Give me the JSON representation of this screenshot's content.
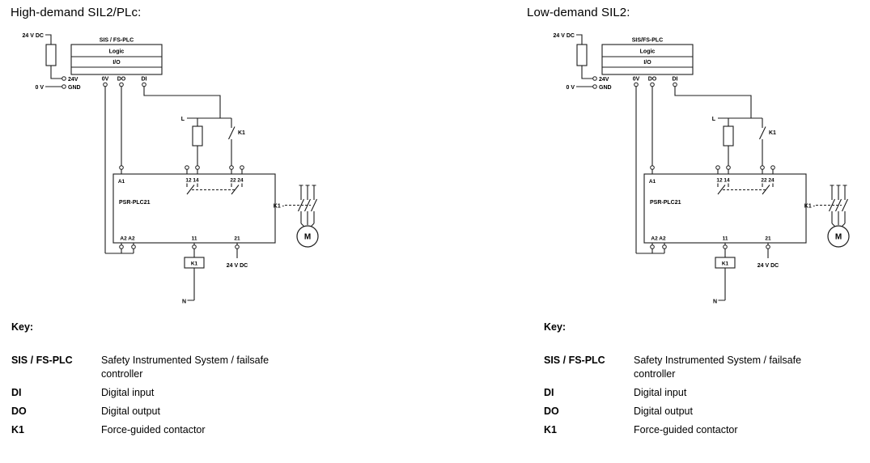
{
  "left": {
    "title": "High-demand SIL2/PLc:",
    "circuit": {
      "supply_label": "24 V DC",
      "zero_volt_label": "0 V",
      "plc_label": "SIS / FS-PLC",
      "plc_row_logic": "Logic",
      "plc_row_io": "I/O",
      "terminal_24v": "24V",
      "terminal_gnd": "GND",
      "terminal_0v": "0V",
      "terminal_do": "DO",
      "terminal_di": "DI",
      "line_label": "L",
      "k1_aux_label": "K1",
      "relay_terminal_a1": "A1",
      "relay_terminals_12_14": "12 14",
      "relay_terminals_22_24": "22 24",
      "relay_name": "PSR-PLC21",
      "relay_terminals_a2": "A2 A2",
      "relay_terminal_11": "11",
      "relay_terminal_21": "21",
      "k1_coil_label": "K1",
      "coil_supply_label": "24 V DC",
      "neutral_label": "N",
      "contactor_label": "K1 -",
      "motor_label": "M"
    },
    "key": {
      "heading": "Key:",
      "entries": [
        {
          "term": "SIS / FS-PLC",
          "definition": "Safety Instrumented System / failsafe controller"
        },
        {
          "term": "DI",
          "definition": "Digital input"
        },
        {
          "term": "DO",
          "definition": "Digital output"
        },
        {
          "term": "K1",
          "definition": "Force-guided contactor"
        }
      ]
    }
  },
  "right": {
    "title": "Low-demand SIL2:",
    "circuit": {
      "supply_label": "24 V DC",
      "zero_volt_label": "0 V",
      "plc_label": "SIS/FS-PLC",
      "plc_row_logic": "Logic",
      "plc_row_io": "I/O",
      "terminal_24v": "24V",
      "terminal_gnd": "GND",
      "terminal_0v": "0V",
      "terminal_do": "DO",
      "terminal_di": "DI",
      "line_label": "L",
      "k1_aux_label": "K1",
      "relay_terminal_a1": "A1",
      "relay_terminals_12_14": "12 14",
      "relay_terminals_22_24": "22 24",
      "relay_name": "PSR-PLC21",
      "relay_terminals_a2": "A2 A2",
      "relay_terminal_11": "11",
      "relay_terminal_21": "21",
      "k1_coil_label": "K1",
      "coil_supply_label": "24 V DC",
      "neutral_label": "N",
      "contactor_label": "K1 -",
      "motor_label": "M"
    },
    "key": {
      "heading": "Key:",
      "entries": [
        {
          "term": "SIS / FS-PLC",
          "definition": "Safety Instrumented System / failsafe controller"
        },
        {
          "term": "DI",
          "definition": "Digital input"
        },
        {
          "term": "DO",
          "definition": "Digital output"
        },
        {
          "term": "K1",
          "definition": "Force-guided contactor"
        }
      ]
    }
  }
}
